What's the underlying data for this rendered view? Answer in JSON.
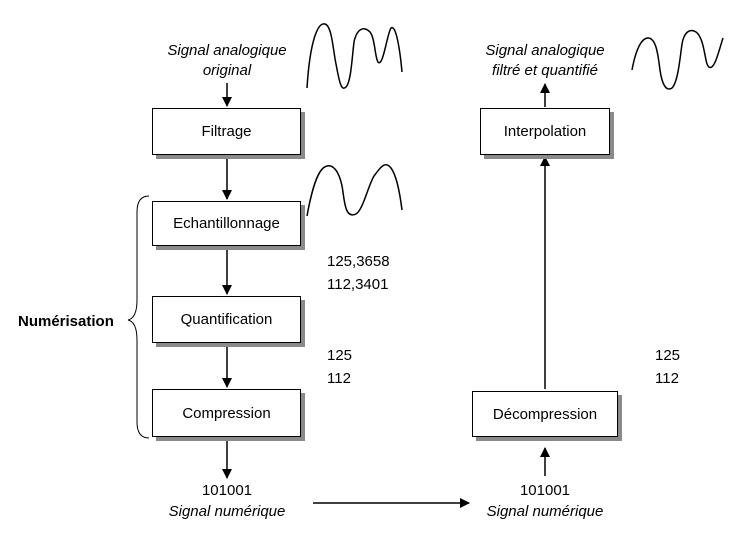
{
  "left_chain": {
    "input_label_line1": "Signal analogique",
    "input_label_line2": "original",
    "boxes": {
      "filtrage": "Filtrage",
      "echantillonnage": "Echantillonnage",
      "quantification": "Quantification",
      "compression": "Compression"
    },
    "sampled_values": [
      "125,3658",
      "112,3401"
    ],
    "quantized_values": [
      "125",
      "112"
    ],
    "output_code": "101001",
    "output_label": "Signal numérique"
  },
  "group_label": "Numérisation",
  "right_chain": {
    "input_code": "101001",
    "input_label": "Signal numérique",
    "boxes": {
      "decompression": "Décompression",
      "interpolation": "Interpolation"
    },
    "decompressed_values": [
      "125",
      "112"
    ],
    "output_label_line1": "Signal analogique",
    "output_label_line2": "filtré et quantifié"
  }
}
